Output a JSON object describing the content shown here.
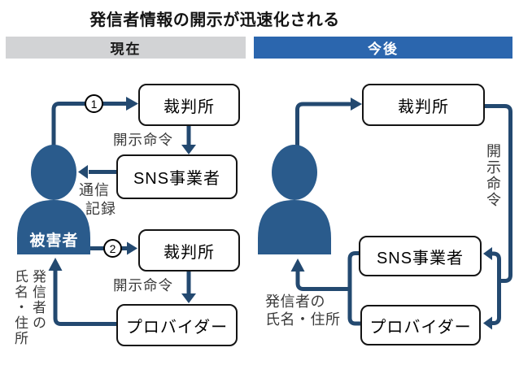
{
  "title": "発信者情報の開示が迅速化される",
  "colors": {
    "header_current_bg": "#d2d3d5",
    "header_future_bg": "#2b66ae",
    "diagram_line": "#234970",
    "person_fill": "#2a5b8c",
    "annotation_text": "#3a3a3a"
  },
  "current": {
    "header": "現在",
    "step1": "1",
    "step2": "2",
    "court1": "裁判所",
    "order1": "開示命令",
    "sns": "SNS事業者",
    "record_lines": [
      "通信",
      "記録"
    ],
    "victim": "被害者",
    "court2": "裁判所",
    "order2": "開示命令",
    "provider": "プロバイダー",
    "sender_info_vertical": [
      "発信者の",
      "氏名・住所"
    ]
  },
  "future": {
    "header": "今後",
    "court": "裁判所",
    "order_vertical": "開示命令",
    "sns": "SNS事業者",
    "provider": "プロバイダー",
    "sender_info_lines": [
      "発信者の",
      "氏名・住所"
    ]
  }
}
